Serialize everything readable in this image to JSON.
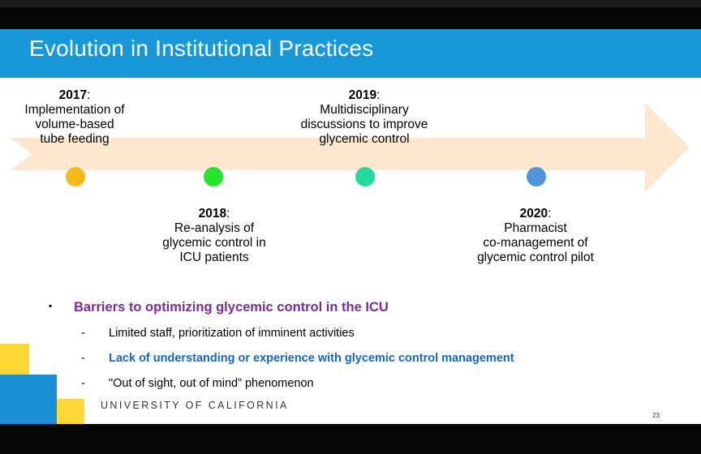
{
  "slide": {
    "title": "Evolution in Institutional Practices",
    "page_number": "23",
    "footer_org": "UNIVERSITY OF CALIFORNIA"
  },
  "timeline": {
    "arrow_color": "#fde8cf",
    "events": [
      {
        "year": "2017",
        "suffix": ":",
        "lines": [
          "Implementation of",
          "volume-based",
          "tube feeding"
        ],
        "dot_color": "#f9b91a"
      },
      {
        "year": "2018",
        "suffix": ":",
        "lines": [
          "Re-analysis of",
          "glycemic control in",
          "ICU patients"
        ],
        "dot_color": "#23e62a"
      },
      {
        "year": "2019",
        "suffix": ":",
        "lines": [
          "Multidisciplinary",
          "discussions to improve",
          "glycemic control"
        ],
        "dot_color": "#1fdc9c"
      },
      {
        "year": "2020",
        "suffix": ":",
        "lines": [
          "Pharmacist",
          "co-management of",
          "glycemic control pilot"
        ],
        "dot_color": "#4e95dc"
      }
    ]
  },
  "barriers": {
    "bullet": "▪",
    "heading": "Barriers to optimizing glycemic control in the ICU",
    "heading_color": "#7b2aa0",
    "items": [
      {
        "dash": "-",
        "text": "Limited staff, prioritization of imminent activities"
      },
      {
        "dash": "-",
        "text": "Lack of understanding or experience with glycemic control management"
      },
      {
        "dash": "-",
        "text": "\"Out of sight, out of mind” phenomenon"
      }
    ]
  },
  "colors": {
    "header_blue": "#1798d8",
    "emphasis_blue": "#1169c4",
    "deco_yellow": "#fdd835",
    "deco_blue": "#1a8fd6"
  }
}
